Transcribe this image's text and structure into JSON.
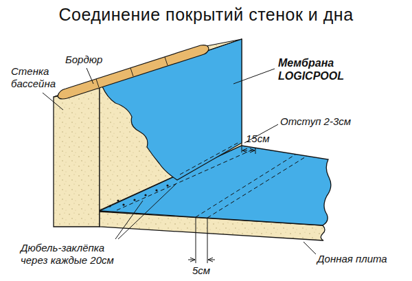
{
  "diagram": {
    "title": "Соединение покрытий стенок и дна",
    "labels": [
      "Бордюр",
      "Стенка бассейна",
      "Мембрана LOGICPOOL",
      "Отступ 2-3см",
      "15см",
      "Дюбель-заклёпка через каждые 20см",
      "5см",
      "Донная плита"
    ]
  }
}
